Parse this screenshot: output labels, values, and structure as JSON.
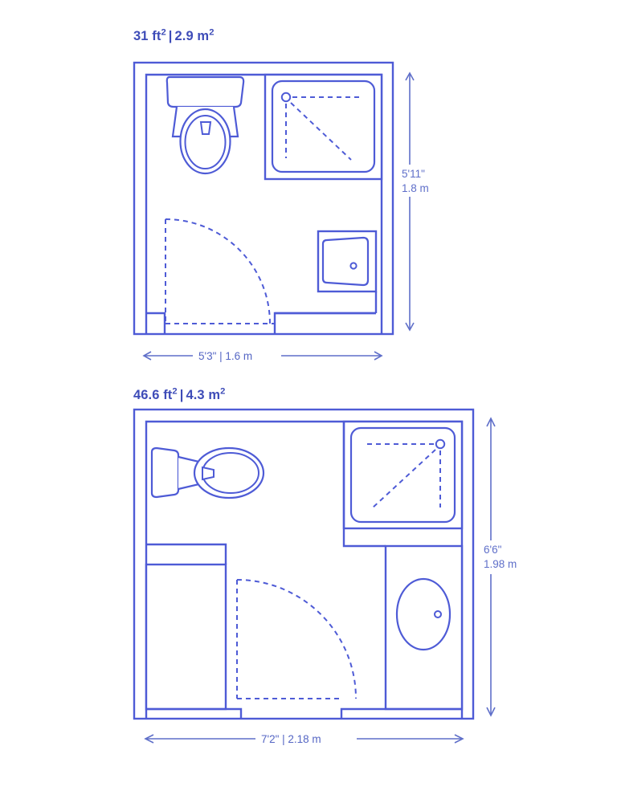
{
  "document": {
    "type": "architectural-floor-plan-diagram",
    "subject": "Small bathroom layouts",
    "background_color": "#ffffff",
    "line_color": "#4e5bd6",
    "accent_color": "#3e4cb8",
    "dimension_text_color": "#5566c4"
  },
  "plans": [
    {
      "id": "plan-1",
      "title_area_ft": "31 ft",
      "title_sup_1": "2",
      "title_divider": "|",
      "title_area_m": "2.9 m",
      "title_sup_2": "2",
      "title_full": "31 ft² | 2.9 m²",
      "width_dimension": {
        "label_imperial": "5'3\"",
        "divider": "|",
        "label_metric": "1.6 m",
        "label_full": "5'3\" | 1.6 m"
      },
      "height_dimension": {
        "label_imperial": "5'11\"",
        "label_metric": "1.8 m"
      },
      "fixtures": [
        {
          "name": "toilet",
          "position": "top-left"
        },
        {
          "name": "shower",
          "position": "top-right"
        },
        {
          "name": "sink",
          "position": "middle-right"
        },
        {
          "name": "door",
          "position": "bottom-left",
          "swing": "right-to-left"
        }
      ]
    },
    {
      "id": "plan-2",
      "title_area_ft": "46.6 ft",
      "title_sup_1": "2",
      "title_divider": "|",
      "title_area_m": "4.3 m",
      "title_sup_2": "2",
      "title_full": "46.6 ft² | 4.3 m²",
      "width_dimension": {
        "label_imperial": "7'2\"",
        "divider": "|",
        "label_metric": "2.18 m",
        "label_full": "7'2\" | 2.18 m"
      },
      "height_dimension": {
        "label_imperial": "6'6\"",
        "label_metric": "1.98 m"
      },
      "fixtures": [
        {
          "name": "toilet",
          "position": "top-left",
          "orientation": "side-facing"
        },
        {
          "name": "shower",
          "position": "top-right"
        },
        {
          "name": "bathtub",
          "position": "bottom-left"
        },
        {
          "name": "sink-vanity",
          "position": "bottom-right"
        },
        {
          "name": "door",
          "position": "bottom-center",
          "swing": "left-to-right"
        }
      ]
    }
  ]
}
